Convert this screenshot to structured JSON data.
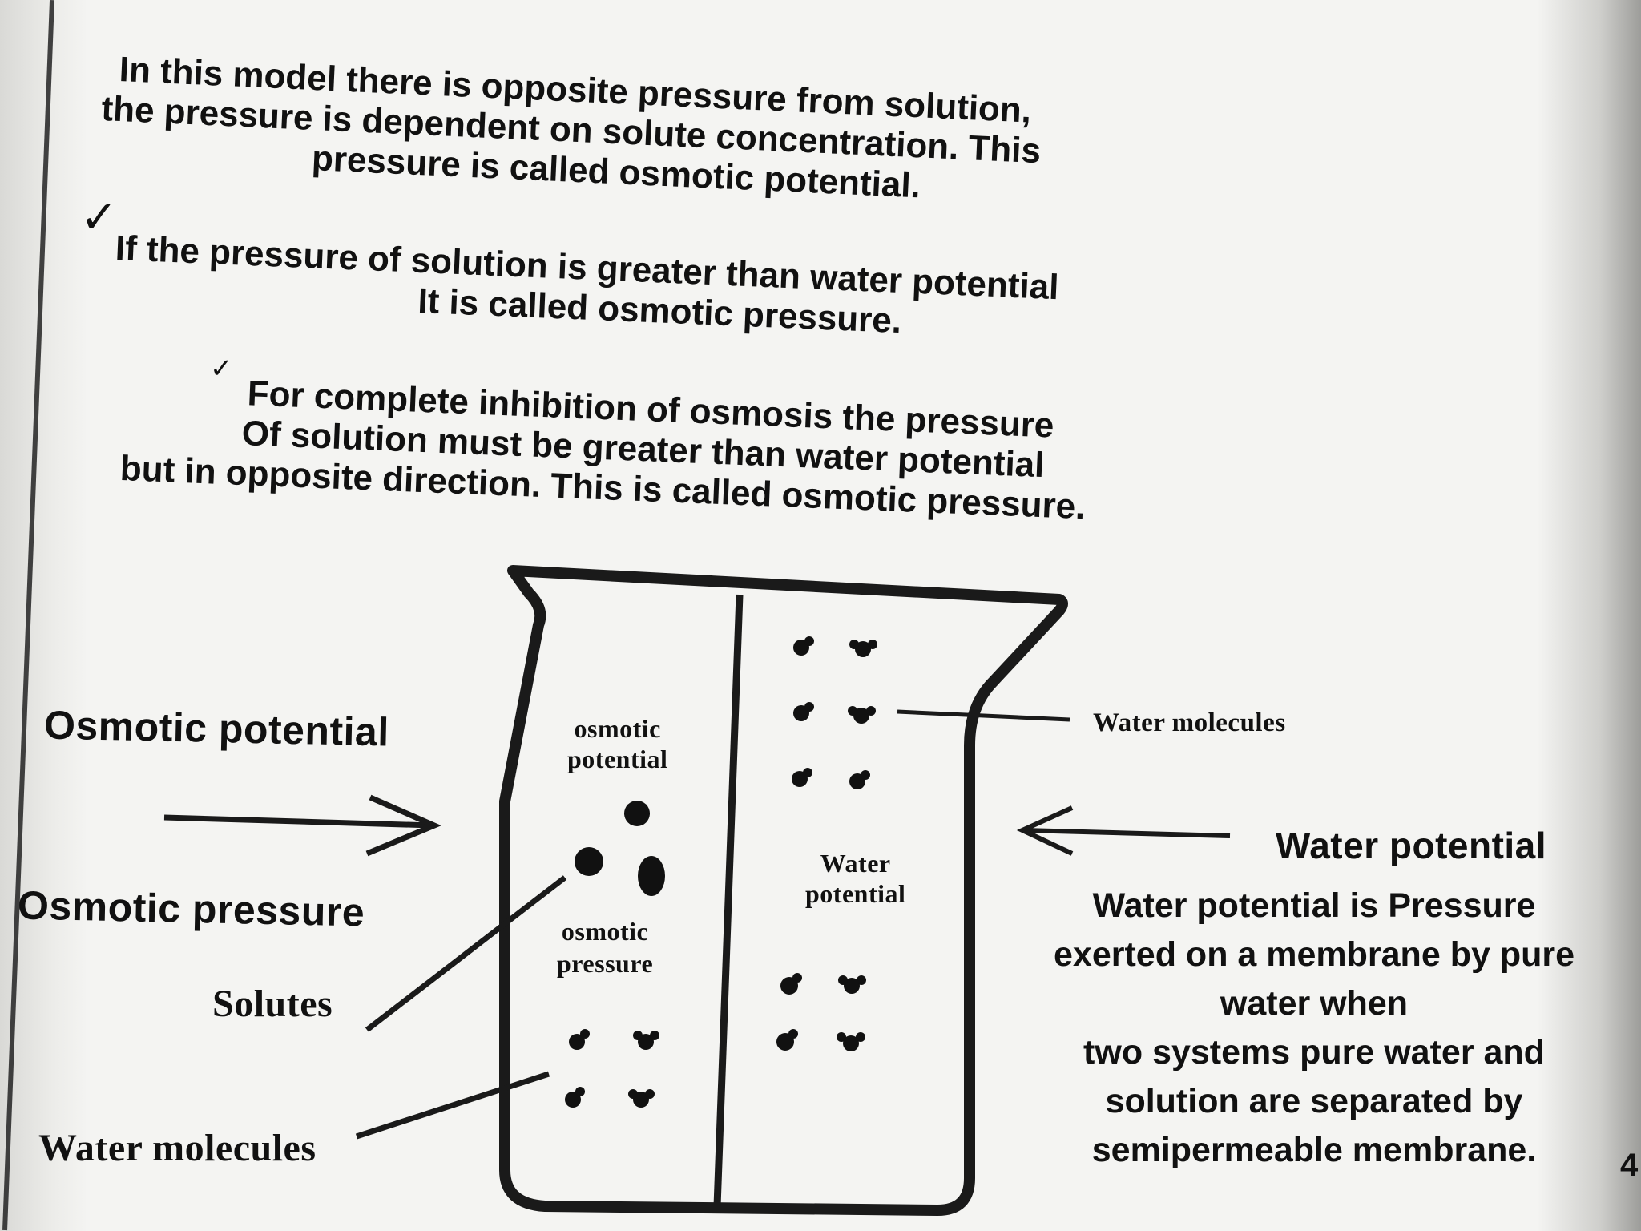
{
  "paragraphs": {
    "p1": [
      "In this model there is opposite pressure from solution,",
      "the pressure is dependent on solute concentration. This",
      "pressure is called osmotic potential."
    ],
    "p2": [
      "If the pressure of solution is greater than water potential",
      "It is called osmotic pressure."
    ],
    "p3": [
      "For complete inhibition of osmosis the pressure",
      "Of solution must be greater than water potential",
      "but in opposite direction. This is called osmotic pressure."
    ]
  },
  "diagram": {
    "left_labels": {
      "osmotic_potential": "Osmotic potential",
      "osmotic_pressure": "Osmotic pressure",
      "solutes": "Solutes",
      "water_molecules": "Water molecules"
    },
    "beaker_left": {
      "label_top": [
        "osmotic",
        "potential"
      ],
      "label_bottom": [
        "osmotic",
        "pressure"
      ]
    },
    "beaker_right": {
      "label": [
        "Water",
        "potential"
      ]
    },
    "right_labels": {
      "water_molecules": "Water molecules",
      "water_potential": "Water potential"
    },
    "definition": [
      "Water potential is Pressure",
      "exerted on a membrane by pure",
      "water when",
      "two systems pure water and",
      "solution are separated by",
      "semipermeable membrane."
    ]
  },
  "page_number": "4"
}
